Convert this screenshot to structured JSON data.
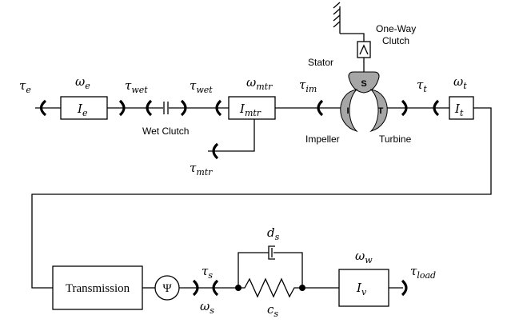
{
  "labels": {
    "tau_e": "τ",
    "tau_e_sub": "e",
    "omega_e": "ω",
    "omega_e_sub": "e",
    "I_e": "I",
    "I_e_sub": "e",
    "tau_wet_1": "τ",
    "tau_wet_1_sub": "wet",
    "tau_wet_2": "τ",
    "tau_wet_2_sub": "wet",
    "wet_clutch": "Wet Clutch",
    "omega_mtr": "ω",
    "omega_mtr_sub": "mtr",
    "I_mtr": "I",
    "I_mtr_sub": "mtr",
    "tau_mtr": "τ",
    "tau_mtr_sub": "mtr",
    "tau_im": "τ",
    "tau_im_sub": "im",
    "stator": "Stator",
    "one_way_clutch_1": "One-Way",
    "one_way_clutch_2": "Clutch",
    "impeller_letter": "I",
    "turbine_letter": "T",
    "stator_letter": "S",
    "impeller": "Impeller",
    "turbine": "Turbine",
    "tau_t": "τ",
    "tau_t_sub": "t",
    "omega_t": "ω",
    "omega_t_sub": "t",
    "I_t": "I",
    "I_t_sub": "t",
    "transmission": "Transmission",
    "psi": "Ψ",
    "tau_s": "τ",
    "tau_s_sub": "s",
    "omega_s": "ω",
    "omega_s_sub": "s",
    "d_s": "d",
    "d_s_sub": "s",
    "c_s": "c",
    "c_s_sub": "s",
    "omega_w": "ω",
    "omega_w_sub": "w",
    "I_v": "I",
    "I_v_sub": "v",
    "tau_load": "τ",
    "tau_load_sub": "load"
  },
  "colors": {
    "line": "#000000",
    "torque_converter_fill": "#a6a6a6"
  }
}
